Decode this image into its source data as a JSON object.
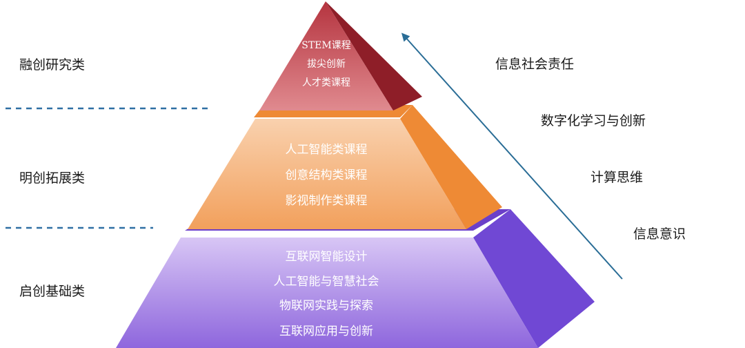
{
  "tiers": [
    {
      "label": "融创研究类",
      "courses": [
        "STEM课程",
        "拔尖创新",
        "人才类课程"
      ]
    },
    {
      "label": "明创拓展类",
      "courses": [
        "人工智能类课程",
        "创意结构类课程",
        "影视制作类课程"
      ]
    },
    {
      "label": "启创基础类",
      "courses": [
        "互联网智能设计",
        "人工智能与智慧社会",
        "物联网实践与探索",
        "互联网应用与创新"
      ]
    }
  ],
  "skills": [
    "信息社会责任",
    "数字化学习与创新",
    "计算思维",
    "信息意识"
  ],
  "colors": {
    "top_front": "#c85560",
    "top_side": "#8e1e28",
    "middle_front": "#f6b37c",
    "middle_side": "#ee8a35",
    "bottom_front": "#a782e6",
    "bottom_side": "#7048d4",
    "divider": "#2e6fa3",
    "arrow": "#2a6d96"
  }
}
